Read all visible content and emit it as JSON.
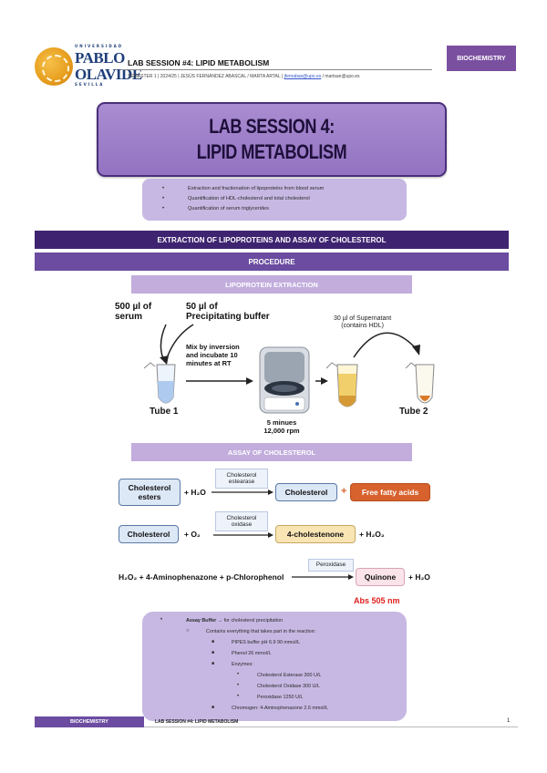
{
  "header": {
    "logo_top": "UNIVERSIDAD",
    "logo_line1": "PABLO",
    "logo_line2": "OLAVIDE",
    "logo_bottom": "SEVILLA",
    "title": "LAB SESSION #4: LIPID METABOLISM",
    "subtitle_pre": "SEMESTER 1 | 2024/25 | JESÚS FERNÁNDEZ ABASCAL / MARTA ARTAL | ",
    "subtitle_link": "jfernabas@upo.es",
    "subtitle_post": " / martsan@upo.es",
    "badge": "BIOCHEMISTRY"
  },
  "title": {
    "line1": "LAB SESSION 4:",
    "line2": "LIPID METABOLISM"
  },
  "objectives": [
    "Extraction and fractionation of lipoproteins from blood serum",
    "Quantification of HDL-cholesterol and total cholesterol",
    "Quantification of serum triglycerides"
  ],
  "sections": {
    "main": "EXTRACTION OF LIPOPROTEINS AND ASSAY OF CHOLESTEROL",
    "procedure": "PROCEDURE",
    "lipo": "LIPOPROTEIN EXTRACTION",
    "assay": "ASSAY OF CHOLESTEROL"
  },
  "figure1": {
    "serum_1": "500 µl of",
    "serum_2": "serum",
    "buffer_1": "50 µl of",
    "buffer_2": "Precipitating buffer",
    "mix_1": "Mix by inversion",
    "mix_2": "and incubate 10",
    "mix_3": "minutes at RT",
    "super_1": "30 µl of Supernatant",
    "super_2": "(contains HDL)",
    "tube1": "Tube 1",
    "tube2": "Tube 2",
    "minutes": "5 minues",
    "rpm": "12,000 rpm"
  },
  "reactions": {
    "r1_box": "Cholesterol esters",
    "r1_plus_h2o": "+ H₂O",
    "r1_enzyme": "Cholesterol estearase",
    "r1_product": "Cholesterol",
    "r1_plus": "+",
    "r1_product2": "Free fatty acids",
    "r2_box": "Cholesterol",
    "r2_plus_o2": "+ O₂",
    "r2_enzyme": "Cholesterol oxidase",
    "r2_product": "4-cholestenone",
    "r2_plus_h2o2": "+ H₂O₂",
    "r3_left": "H₂O₂ + 4-Aminophenazone + p-Chlorophenol",
    "r3_enzyme": "Peroxidase",
    "r3_product": "Quinone",
    "r3_plus_h2o": "+ H₂O",
    "abs": "Abs 505 nm"
  },
  "buffer": {
    "l1_bold": "Assay Buffer",
    "l1_rest": " → for cholesterol precipitation",
    "l2": "Contains everything that takes part in the reaction:",
    "l3": "PIPES buffer pH 6.9 90 mmol/L",
    "l4": "Phenol 26 mmol/L",
    "l5": "Enzymes:",
    "l6": "Cholesterol Esterase 300 U/L",
    "l7": "Cholesterol Oxidase 300 U/L",
    "l8": "Peroxidase 1250 U/L",
    "l9": "Chromogen: 4-Aminophenazone 2.6 mmol/L"
  },
  "footer": {
    "left": "BIOCHEMISTRY",
    "mid": "LAB SESSION #4: LIPID METABOLISM",
    "page": "1"
  },
  "colors": {
    "dark_purple": "#3e2470",
    "mid_purple": "#6b4ca0",
    "light_purple": "#c7b8e3",
    "orange": "#d7622e",
    "red": "#e02020"
  }
}
